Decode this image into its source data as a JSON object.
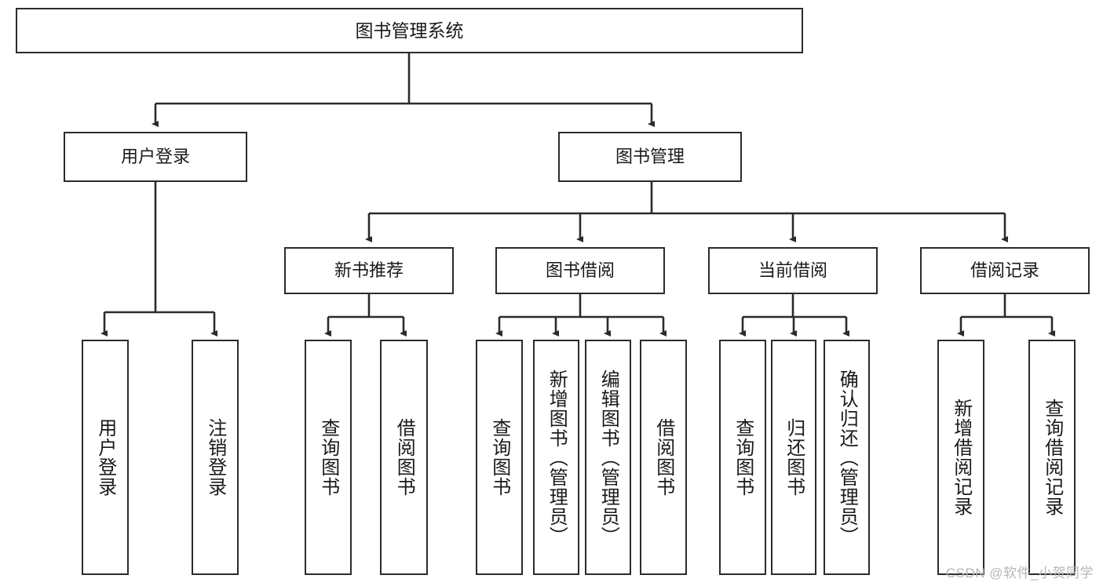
{
  "diagram": {
    "type": "tree-hierarchy-chart",
    "title": "图书管理系统",
    "watermark": "CSDN @软件_小贺同学",
    "colors": {
      "box_border": "#2b2b2b",
      "box_fill": "#ffffff",
      "connector": "#2b2b2b",
      "text": "#1a1a1a",
      "watermark": "#b6b6b6"
    },
    "root": {
      "label": "图书管理系统"
    },
    "level2": [
      {
        "id": "user-login",
        "label": "用户登录"
      },
      {
        "id": "book-management",
        "label": "图书管理"
      }
    ],
    "level3": [
      {
        "id": "new-book-recommend",
        "label": "新书推荐"
      },
      {
        "id": "book-borrow",
        "label": "图书借阅"
      },
      {
        "id": "current-borrow",
        "label": "当前借阅"
      },
      {
        "id": "borrow-record",
        "label": "借阅记录"
      }
    ],
    "leaves": {
      "user_login": [
        {
          "id": "leaf-user-login",
          "label": "用户登录"
        },
        {
          "id": "leaf-logout-login",
          "label": "注销登录"
        }
      ],
      "new_book_recommend": [
        {
          "id": "leaf-query-book-1",
          "label": "查询图书"
        },
        {
          "id": "leaf-borrow-book-1",
          "label": "借阅图书"
        }
      ],
      "book_borrow": [
        {
          "id": "leaf-query-book-2",
          "label": "查询图书"
        },
        {
          "id": "leaf-add-book-admin",
          "label": "新增图书（管理员）"
        },
        {
          "id": "leaf-edit-book-admin",
          "label": "编辑图书（管理员）"
        },
        {
          "id": "leaf-borrow-book-2",
          "label": "借阅图书"
        }
      ],
      "current_borrow": [
        {
          "id": "leaf-query-book-3",
          "label": "查询图书"
        },
        {
          "id": "leaf-return-book",
          "label": "归还图书"
        },
        {
          "id": "leaf-confirm-return-admin",
          "label": "确认归还（管理员）"
        }
      ],
      "borrow_record": [
        {
          "id": "leaf-add-borrow-record",
          "label": "新增借阅记录"
        },
        {
          "id": "leaf-query-borrow-record",
          "label": "查询借阅记录"
        }
      ]
    }
  }
}
